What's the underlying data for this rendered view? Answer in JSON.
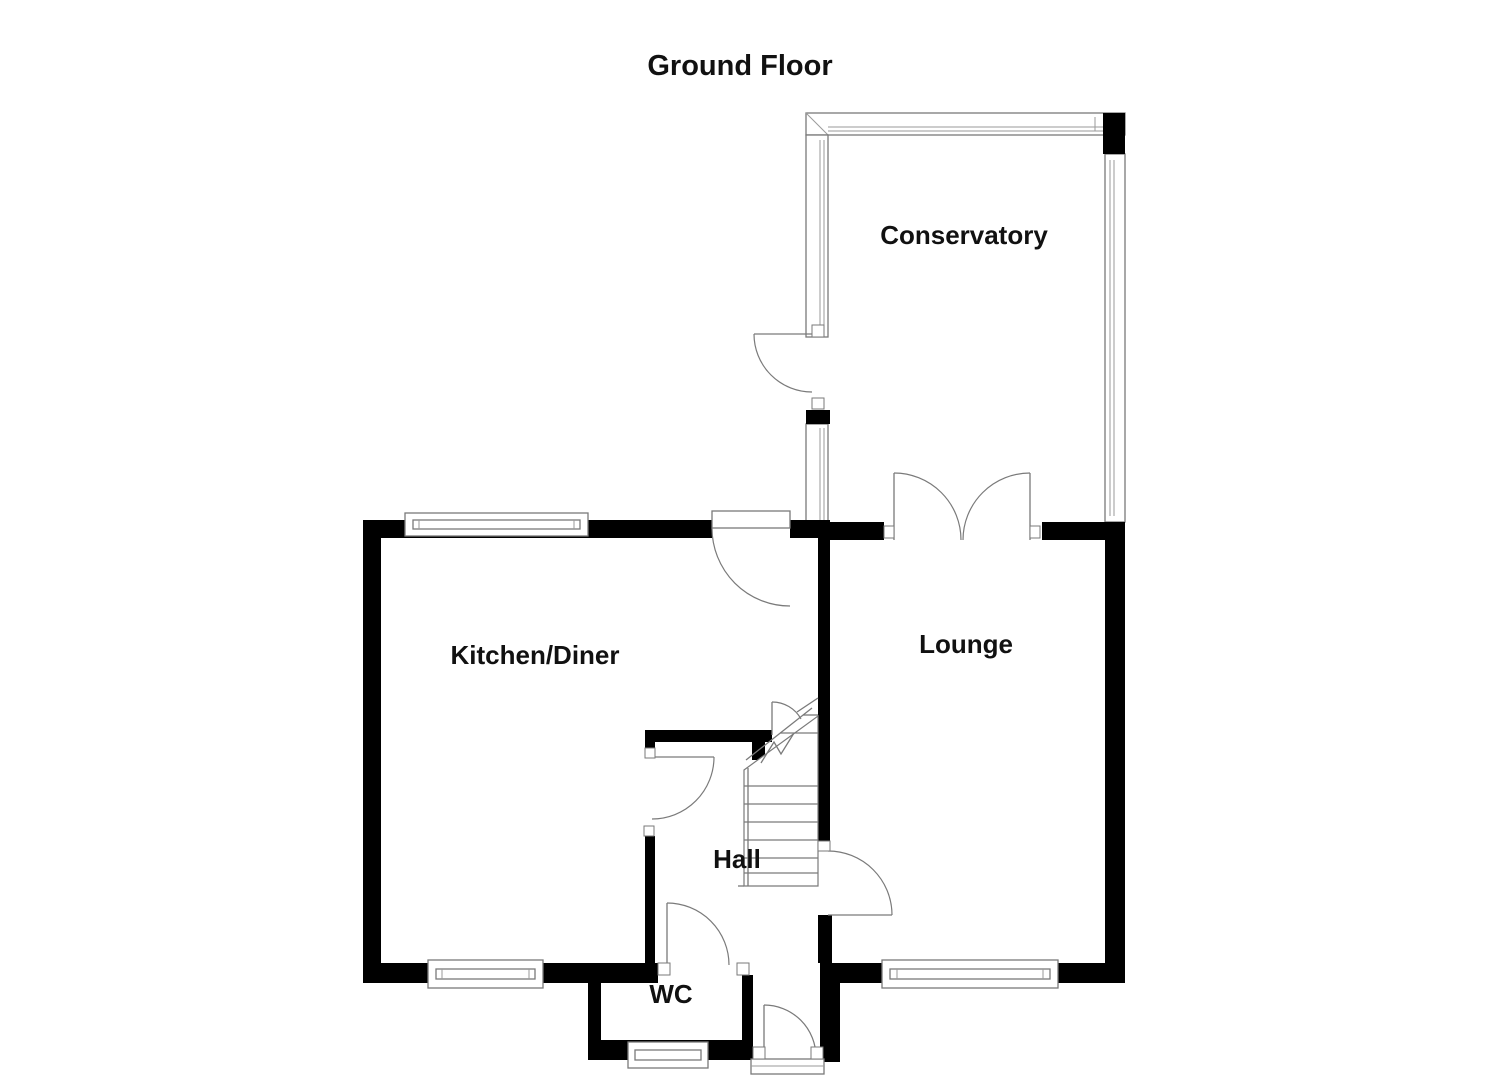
{
  "title": "Ground Floor",
  "plan_type": "floor-plan",
  "rooms": {
    "conservatory": {
      "label": "Conservatory"
    },
    "kitchen_diner": {
      "label": "Kitchen/Diner"
    },
    "lounge": {
      "label": "Lounge"
    },
    "hall": {
      "label": "Hall"
    },
    "wc": {
      "label": "WC"
    }
  },
  "features": {
    "stairs": "staircase with break line",
    "doors": [
      "conservatory side door",
      "conservatory to hall door",
      "french doors lounge to conservatory",
      "kitchen to hall door",
      "hall to lounge door",
      "wc door",
      "front door"
    ],
    "windows": [
      "kitchen front window",
      "kitchen rear window",
      "wc window",
      "lounge front window",
      "conservatory glazing"
    ]
  },
  "colors": {
    "wall": "#000000",
    "outline": "#7a7a7a",
    "text": "#111111",
    "background": "#ffffff"
  }
}
